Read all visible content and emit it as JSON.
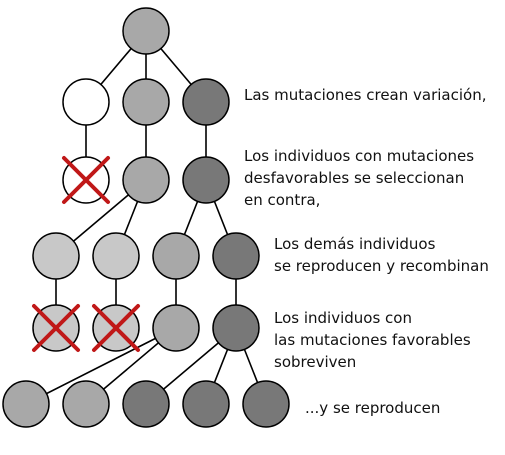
{
  "diagram": {
    "colors": {
      "white": "#ffffff",
      "light": "#c8c8c8",
      "medium": "#a8a8a8",
      "dark": "#787878",
      "stroke": "#000000",
      "line": "#000000",
      "cross": "#c01818"
    },
    "nodes": [
      {
        "id": "root",
        "shade": "medium",
        "crossed": false
      },
      {
        "id": "g1-white",
        "shade": "white",
        "crossed": false
      },
      {
        "id": "g1-medium",
        "shade": "medium",
        "crossed": false
      },
      {
        "id": "g1-dark",
        "shade": "dark",
        "crossed": false
      },
      {
        "id": "g2-white",
        "shade": "white",
        "crossed": true
      },
      {
        "id": "g2-medium",
        "shade": "medium",
        "crossed": false
      },
      {
        "id": "g2-dark",
        "shade": "dark",
        "crossed": false
      },
      {
        "id": "g3-light-a",
        "shade": "light",
        "crossed": false
      },
      {
        "id": "g3-light-b",
        "shade": "light",
        "crossed": false
      },
      {
        "id": "g3-medium",
        "shade": "medium",
        "crossed": false
      },
      {
        "id": "g3-dark",
        "shade": "dark",
        "crossed": false
      },
      {
        "id": "g4-light-a",
        "shade": "light",
        "crossed": true
      },
      {
        "id": "g4-light-b",
        "shade": "light",
        "crossed": true
      },
      {
        "id": "g4-medium",
        "shade": "medium",
        "crossed": false
      },
      {
        "id": "g4-dark",
        "shade": "dark",
        "crossed": false
      },
      {
        "id": "g5-1",
        "shade": "medium",
        "crossed": false
      },
      {
        "id": "g5-2",
        "shade": "medium",
        "crossed": false
      },
      {
        "id": "g5-3",
        "shade": "dark",
        "crossed": false
      },
      {
        "id": "g5-4",
        "shade": "dark",
        "crossed": false
      },
      {
        "id": "g5-5",
        "shade": "dark",
        "crossed": false
      }
    ],
    "edges": [
      [
        "root",
        "g1-white"
      ],
      [
        "root",
        "g1-medium"
      ],
      [
        "root",
        "g1-dark"
      ],
      [
        "g1-white",
        "g2-white"
      ],
      [
        "g1-medium",
        "g2-medium"
      ],
      [
        "g1-dark",
        "g2-dark"
      ],
      [
        "g2-medium",
        "g3-light-a"
      ],
      [
        "g2-medium",
        "g3-light-b"
      ],
      [
        "g2-dark",
        "g3-medium"
      ],
      [
        "g2-dark",
        "g3-dark"
      ],
      [
        "g3-light-a",
        "g4-light-a"
      ],
      [
        "g3-light-b",
        "g4-light-b"
      ],
      [
        "g3-medium",
        "g4-medium"
      ],
      [
        "g3-dark",
        "g4-dark"
      ],
      [
        "g4-medium",
        "g5-1"
      ],
      [
        "g4-medium",
        "g5-2"
      ],
      [
        "g4-dark",
        "g5-3"
      ],
      [
        "g4-dark",
        "g5-4"
      ],
      [
        "g4-dark",
        "g5-5"
      ]
    ]
  },
  "captions": [
    {
      "lines": [
        "Las mutaciones crean variación,"
      ]
    },
    {
      "lines": [
        "Los individuos con mutaciones",
        "desfavorables se seleccionan",
        "en contra,"
      ]
    },
    {
      "lines": [
        "Los demás individuos",
        "se reproducen y recombinan"
      ]
    },
    {
      "lines": [
        "Los individuos con",
        "las mutaciones favorables",
        "sobreviven"
      ]
    },
    {
      "lines": [
        "...y se reproducen"
      ]
    }
  ]
}
